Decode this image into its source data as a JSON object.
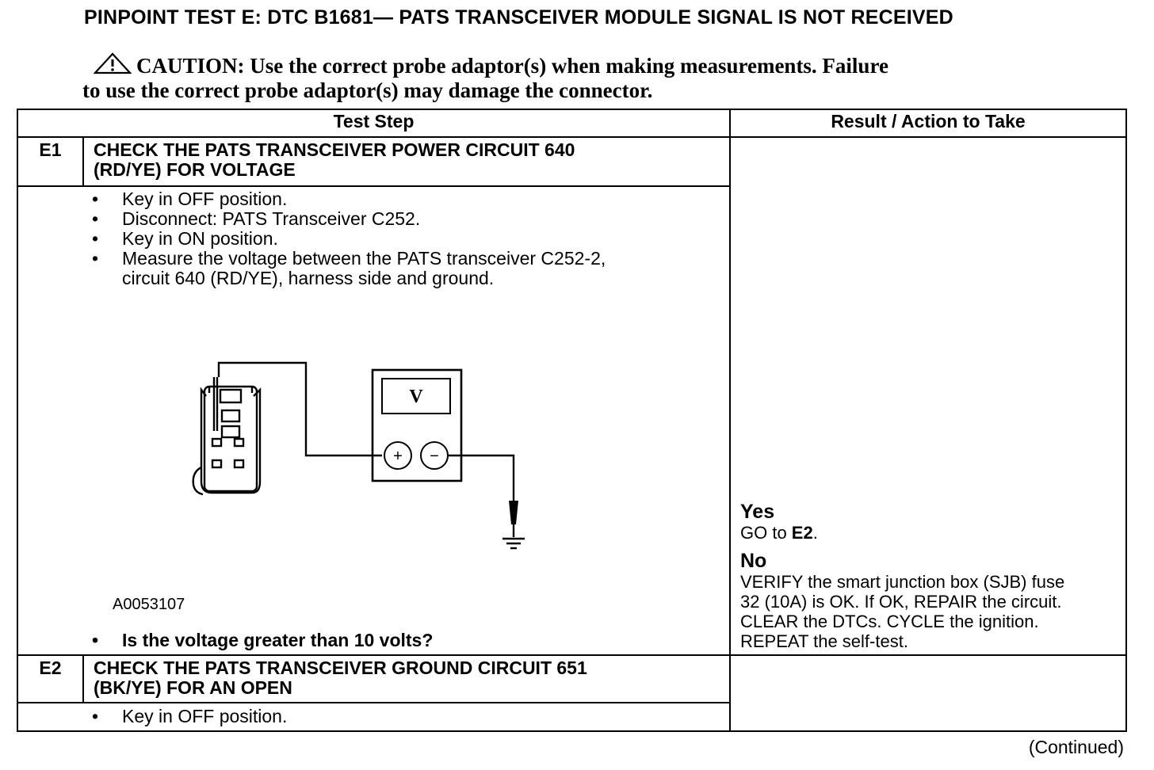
{
  "title": "PINPOINT TEST E: DTC B1681— PATS TRANSCEIVER MODULE SIGNAL IS NOT RECEIVED",
  "caution": {
    "icon": "warning-triangle-icon",
    "label": "CAUTION:",
    "line1_text": "Use the correct probe adaptor(s) when making measurements. Failure",
    "line2_text": "to use the correct probe adaptor(s) may damage the connector."
  },
  "table": {
    "headers": {
      "test_step": "Test Step",
      "result": "Result / Action to Take"
    },
    "steps": [
      {
        "id": "E1",
        "title_line1": "CHECK THE PATS TRANSCEIVER POWER CIRCUIT 640",
        "title_line2": "(RD/YE) FOR VOLTAGE",
        "bullets": [
          "Key in OFF position.",
          "Disconnect: PATS Transceiver C252.",
          "Key in ON position.",
          "Measure the voltage between the PATS transceiver C252-2,"
        ],
        "bullet_continuation": "circuit 640 (RD/YE), harness side and ground.",
        "figure": {
          "id": "A0053107",
          "meter_symbol": "V",
          "plus_symbol": "+",
          "minus_symbol": "−"
        },
        "question": "Is the voltage greater than 10 volts?",
        "result": {
          "yes_label": "Yes",
          "yes_prefix": "GO to ",
          "yes_target": "E2",
          "yes_suffix": ".",
          "no_label": "No",
          "no_lines": [
            "VERIFY the smart junction box (SJB) fuse",
            "32 (10A) is OK. If OK, REPAIR the circuit.",
            "CLEAR the DTCs. CYCLE the ignition.",
            "REPEAT the self-test."
          ]
        }
      },
      {
        "id": "E2",
        "title_line1": "CHECK THE PATS TRANSCEIVER GROUND CIRCUIT 651",
        "title_line2": "(BK/YE) FOR AN OPEN",
        "bullets": [
          "Key in OFF position."
        ]
      }
    ]
  },
  "footer": {
    "continued": "(Continued)"
  }
}
